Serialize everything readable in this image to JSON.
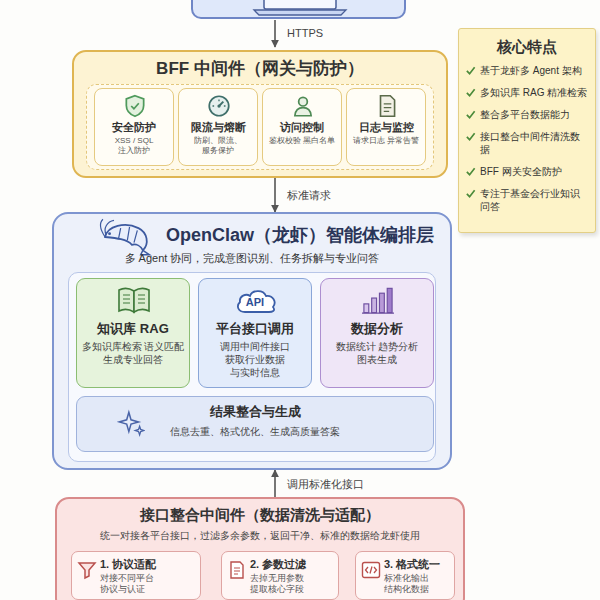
{
  "diagram": {
    "nodes": [
      {
        "text": [
          "BFF 中间件（网关与防护）"
        ]
      },
      {
        "text": [
          "安全防护",
          "XSS / SQL 注入防护"
        ],
        "in": 0
      },
      {
        "text": [
          "限流与熔断",
          "防刷、限流、服务保护"
        ],
        "in": 0
      },
      {
        "text": [
          "访问控制",
          "鉴权校验 黑白名单"
        ],
        "in": 0
      },
      {
        "text": [
          "日志与监控",
          "请求日志 异常告警"
        ],
        "in": 0
      },
      {
        "text": [
          "OpenClaw（龙虾）智能体编排层",
          "多 Agent 协同，完成意图识别、任务拆解与专业问答"
        ]
      },
      {
        "text": [
          "知识库 RAG",
          "多知识库检索 语义匹配 生成专业回答"
        ],
        "in": 5
      },
      {
        "text": [
          "API",
          "平台接口调用",
          "调用中间件接口 获取行业数据 与实时信息"
        ],
        "in": 5
      },
      {
        "text": [
          "数据分析",
          "数据统计 趋势分析 图表生成"
        ],
        "in": 5
      },
      {
        "text": [
          "结果整合与生成",
          "信息去重、格式优化、生成高质量答案"
        ],
        "in": 5
      },
      {
        "text": [
          "接口整合中间件（数据清洗与适配）",
          "统一对接各平台接口，过滤多余参数，返回干净、标准的数据给龙虾使用"
        ]
      },
      {
        "text": [
          "1. 协议适配",
          "对接不同平台 协议与认证"
        ],
        "in": 10
      },
      {
        "text": [
          "2. 参数过滤",
          "去掉无用参数 提取核心字段"
        ],
        "in": 10
      },
      {
        "text": [
          "3. 格式统一",
          "标准化输出 结构化数据"
        ],
        "in": 10
      },
      {
        "text": [
          "核心特点",
          "基于龙虾多 Agent 架构",
          "多知识库 RAG 精准检索",
          "整合多平台数据能力",
          "接口整合中间件清洗数据",
          "BFF 网关安全防护",
          "专注于基金会行业知识问答"
        ]
      }
    ],
    "edges": [
      {
        "from": 0,
        "to": 5,
        "label": "标准请求",
        "arrow": "to"
      },
      {
        "from": 10,
        "to": 5,
        "label": "调用标准化接口",
        "arrow": "to"
      },
      {
        "from": 11,
        "to": 12,
        "arrow": "to"
      },
      {
        "from": 12,
        "to": 13,
        "arrow": "to"
      }
    ],
    "labels": [
      "HTTPS"
    ]
  }
}
